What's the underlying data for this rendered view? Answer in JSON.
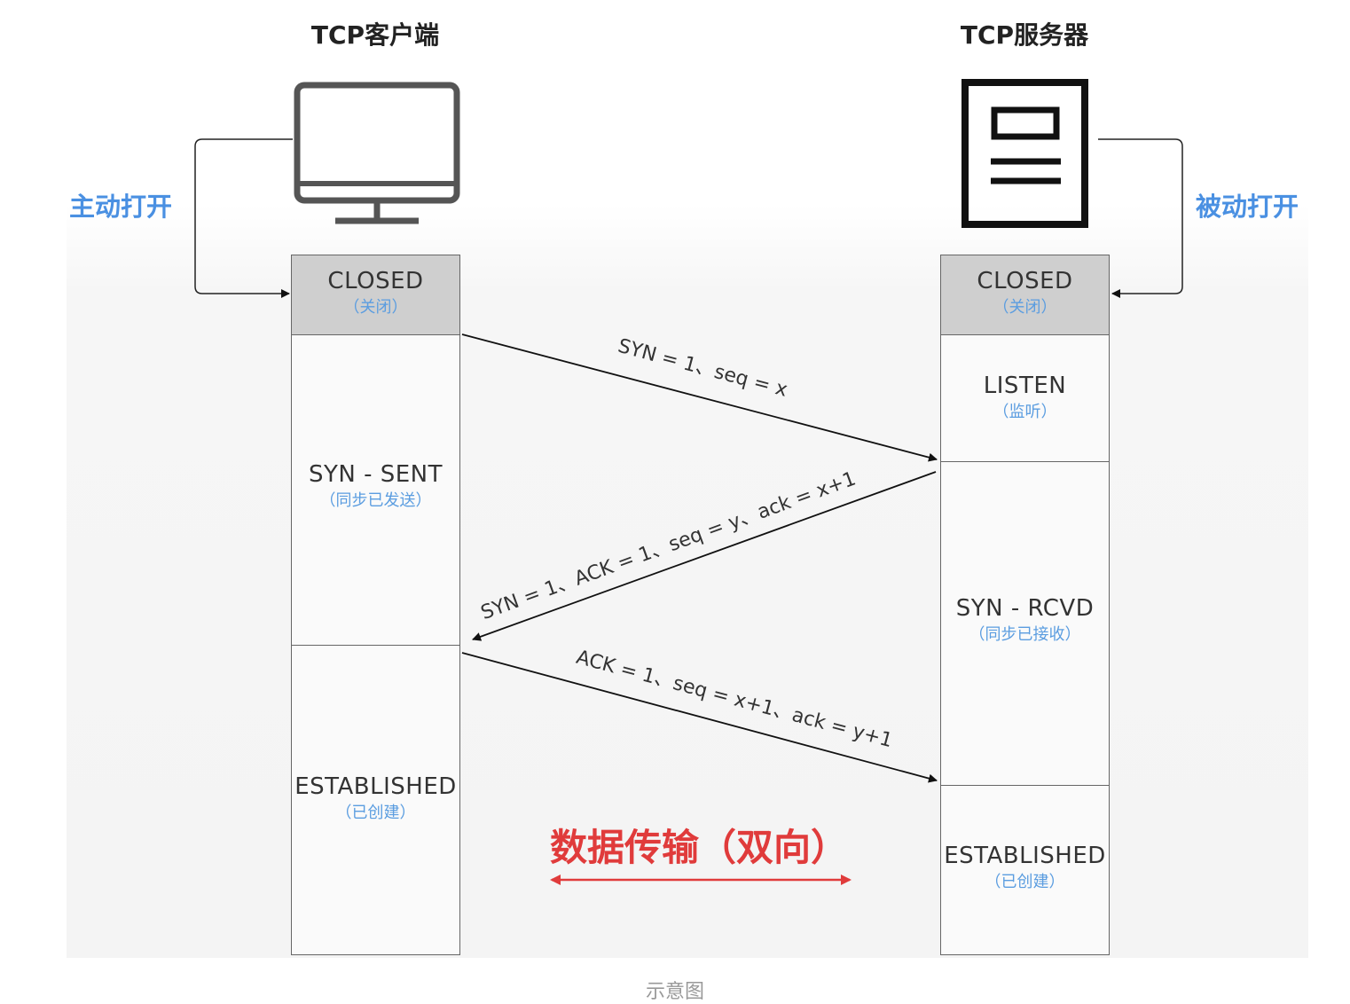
{
  "client": {
    "title": "TCP客户端",
    "open_label": "主动打开",
    "states": [
      {
        "main": "CLOSED",
        "sub": "（关闭）"
      },
      {
        "main": "SYN - SENT",
        "sub": "（同步已发送）"
      },
      {
        "main": "ESTABLISHED",
        "sub": "（已创建）"
      }
    ]
  },
  "server": {
    "title": "TCP服务器",
    "open_label": "被动打开",
    "states": [
      {
        "main": "CLOSED",
        "sub": "（关闭）"
      },
      {
        "main": "LISTEN",
        "sub": "（监听）"
      },
      {
        "main": "SYN - RCVD",
        "sub": "（同步已接收）"
      },
      {
        "main": "ESTABLISHED",
        "sub": "（已创建）"
      }
    ]
  },
  "messages": [
    {
      "label": "SYN = 1、seq = x"
    },
    {
      "label": "SYN = 1、ACK = 1、seq = y、ack = x+1"
    },
    {
      "label": "ACK = 1、seq = x+1、ack = y+1"
    }
  ],
  "data_transfer": {
    "label": "数据传输（双向）",
    "color": "#e03b3b"
  },
  "caption": "示意图",
  "colors": {
    "accent": "#4a90e2",
    "closed_fill": "#cfcfcf",
    "border": "#666666"
  }
}
